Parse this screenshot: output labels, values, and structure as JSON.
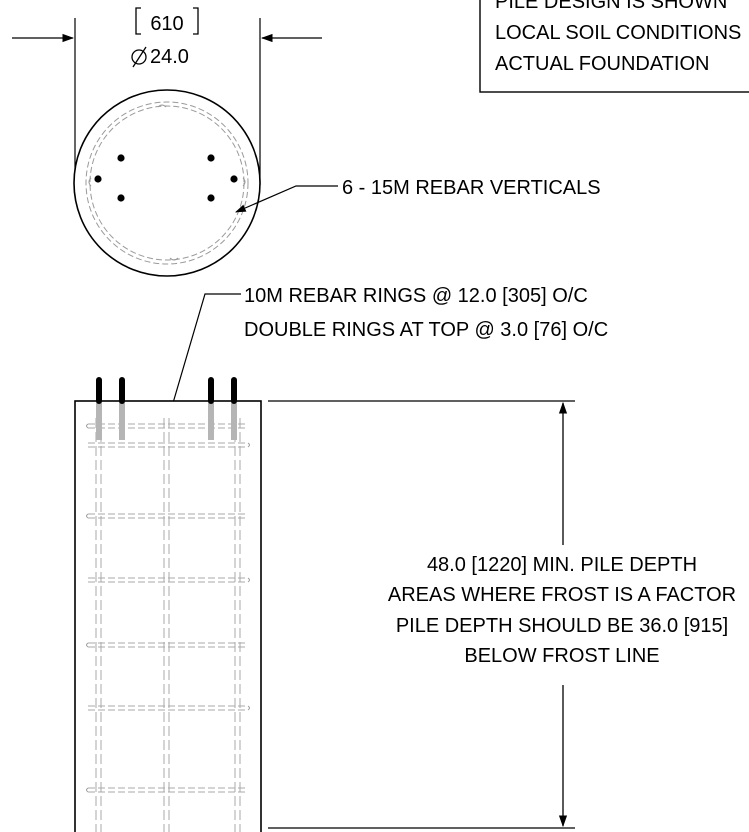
{
  "note_box": {
    "lines": [
      "PILE DESIGN IS SHOWN",
      "LOCAL SOIL CONDITIONS",
      "ACTUAL FOUNDATION"
    ]
  },
  "plan_view": {
    "diameter_metric": "610",
    "diameter_imperial": "24.0",
    "diameter_symbol": "⌀",
    "rebar_count": 6,
    "rebar_label": "6 - 15M REBAR VERTICALS"
  },
  "elevation_view": {
    "ring_note": [
      "10M REBAR RINGS @ 12.0 [305] O/C",
      "DOUBLE RINGS AT TOP @ 3.0 [76] O/C"
    ],
    "depth_note": [
      "48.0 [1220] MIN. PILE DEPTH",
      "AREAS WHERE FROST IS A FACTOR",
      "PILE DEPTH SHOULD BE 36.0 [915]",
      "BELOW FROST LINE"
    ]
  },
  "colors": {
    "line": "#000000",
    "hidden_line": "#9a9a9a",
    "rebar_light": "#b5b5b5",
    "background": "#ffffff"
  }
}
